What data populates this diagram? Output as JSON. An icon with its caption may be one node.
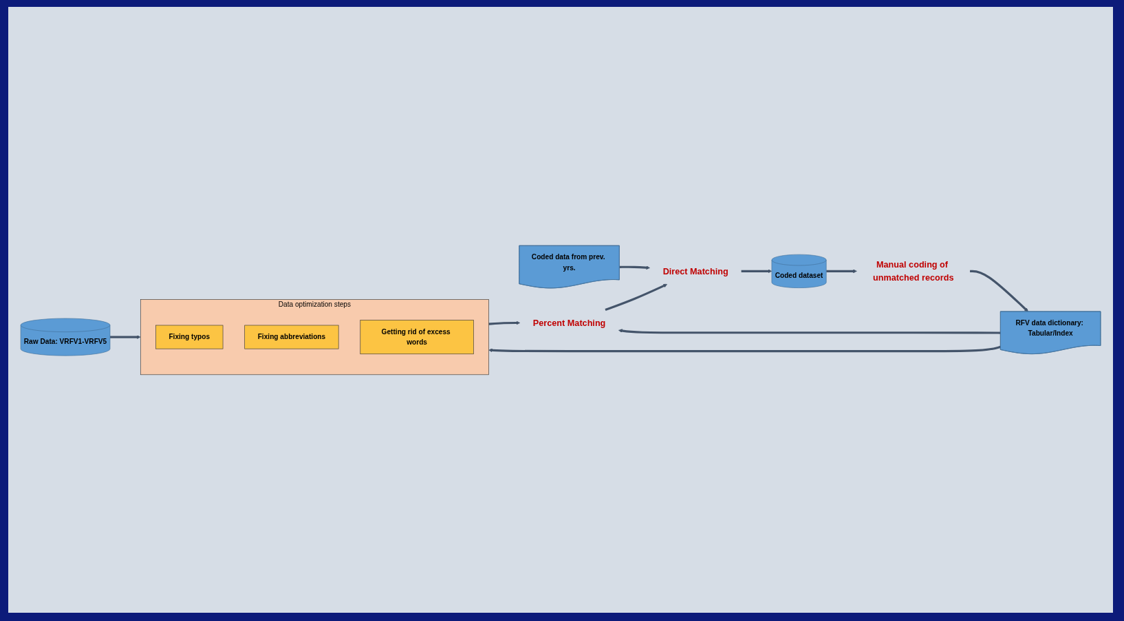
{
  "diagram": {
    "nodes": [
      {
        "text": [
          "Raw Data: VRFV1-VRFV5"
        ]
      },
      {
        "text": [
          "Data optimization steps"
        ]
      },
      {
        "text": [
          "Fixing typos"
        ],
        "in": 1
      },
      {
        "text": [
          "Fixing abbreviations"
        ],
        "in": 1
      },
      {
        "text": [
          "Getting rid of excess words"
        ],
        "in": 1
      },
      {
        "text": [
          "Coded data from prev. yrs."
        ]
      },
      {
        "text": [
          "Percent Matching"
        ]
      },
      {
        "text": [
          "Direct Matching"
        ]
      },
      {
        "text": [
          "Coded dataset"
        ]
      },
      {
        "text": [
          "RFV data dictionary: Tabular/Index"
        ]
      },
      {
        "text": [
          "Manual coding of unmatched records"
        ]
      }
    ],
    "edges": [
      {
        "from": 0,
        "to": 1,
        "arrow": "to"
      },
      {
        "from": 1,
        "to": 6,
        "arrow": "to"
      },
      {
        "from": 6,
        "to": 7,
        "arrow": "to"
      },
      {
        "from": 5,
        "to": 7,
        "arrow": "to"
      },
      {
        "from": 7,
        "to": 8,
        "arrow": "to"
      },
      {
        "from": 8,
        "to": 10,
        "arrow": "to"
      },
      {
        "from": 10,
        "to": 9,
        "arrow": "to"
      },
      {
        "from": 9,
        "to": 1,
        "arrow": "to"
      },
      {
        "from": 9,
        "to": 6,
        "arrow": "to"
      }
    ]
  }
}
